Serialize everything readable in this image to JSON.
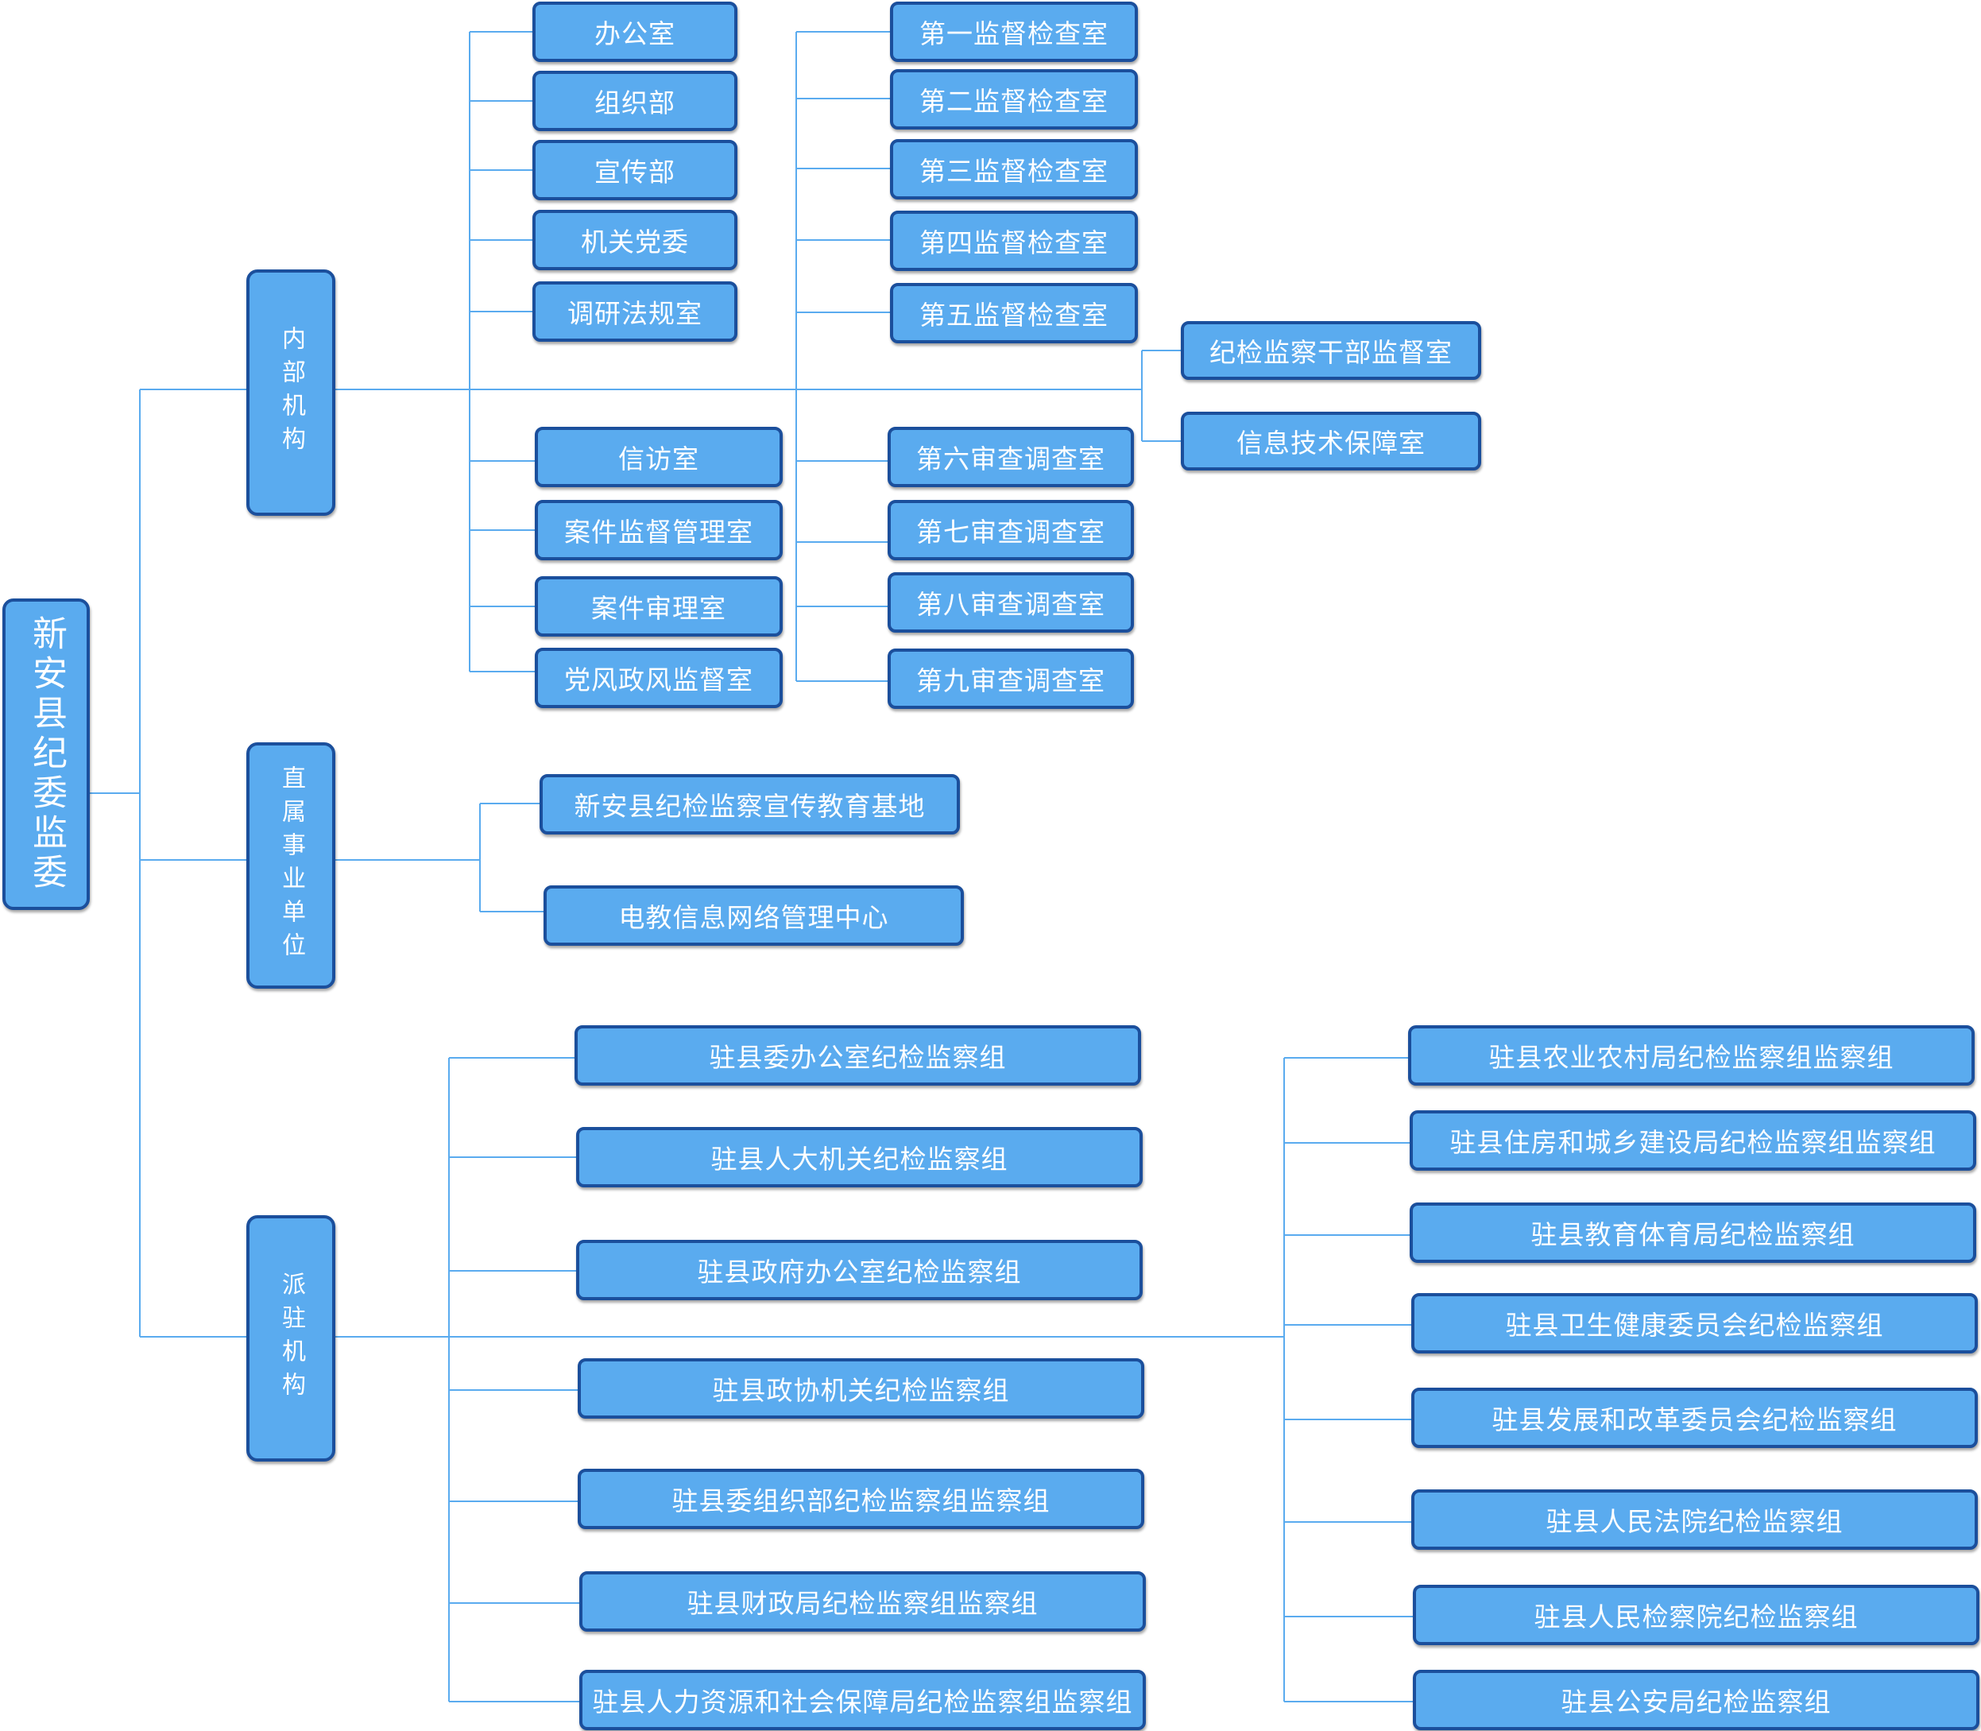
{
  "root": {
    "label": "新安县纪委监委"
  },
  "groups": {
    "internal": {
      "label": "内部机构"
    },
    "affiliated": {
      "label": "直属事业单位"
    },
    "dispatched": {
      "label": "派驻机构"
    }
  },
  "internal_offices": [
    "办公室",
    "组织部",
    "宣传部",
    "机关党委",
    "调研法规室",
    "信访室",
    "案件监督管理室",
    "案件审理室",
    "党风政风监督室"
  ],
  "supervision_rooms": [
    "第一监督检查室",
    "第二监督检查室",
    "第三监督检查室",
    "第四监督检查室",
    "第五监督检查室",
    "第六审查调查室",
    "第七审查调查室",
    "第八审查调查室",
    "第九审查调查室"
  ],
  "extra_rooms": [
    "纪检监察干部监督室",
    "信息技术保障室"
  ],
  "affiliated_units": [
    "新安县纪检监察宣传教育基地",
    "电教信息网络管理中心"
  ],
  "dispatched_left": [
    "驻县委办公室纪检监察组",
    "驻县人大机关纪检监察组",
    "驻县政府办公室纪检监察组",
    "驻县政协机关纪检监察组",
    "驻县委组织部纪检监察组监察组",
    "驻县财政局纪检监察组监察组",
    "驻县人力资源和社会保障局纪检监察组监察组"
  ],
  "dispatched_right": [
    "驻县农业农村局纪检监察组监察组",
    "驻县住房和城乡建设局纪检监察组监察组",
    "驻县教育体育局纪检监察组",
    "驻县卫生健康委员会纪检监察组",
    "驻县发展和改革委员会纪检监察组",
    "驻县人民法院纪检监察组",
    "驻县人民检察院纪检监察组",
    "驻县公安局纪检监察组"
  ],
  "colors": {
    "box_fill": "#5aabef",
    "box_border": "#1b4f9c",
    "connector": "#5aabef",
    "text": "#ffffff"
  }
}
